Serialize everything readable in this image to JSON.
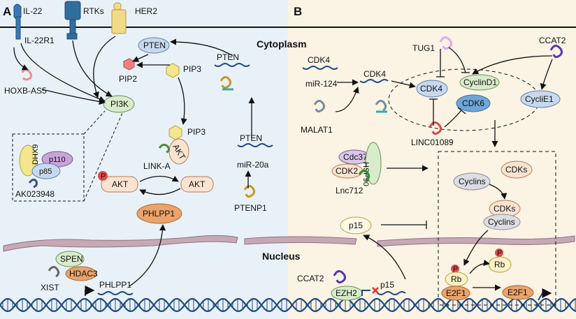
{
  "panels": {
    "a": "A",
    "b": "B"
  },
  "compartments": {
    "cytoplasm": "Cytoplasm",
    "nucleus": "Nucleus"
  },
  "membrane_receptors": {
    "il22": "IL-22",
    "rtks": "RTKs",
    "her2": "HER2"
  },
  "panel_a": {
    "il22r1": "IL-22R1",
    "hoxb_as5": "HOXB-AS5",
    "pi3k": "PI3K",
    "pten_top": "PTEN",
    "pten_rna_top": "PTEN",
    "pip2": "PIP2",
    "pip3_top": "PIP3",
    "pip3_mid": "PIP3",
    "akt_link": "AKT",
    "link_a": "LINK-A",
    "akt_p": "AKT",
    "akt": "AKT",
    "p_label": "P",
    "phlpp1": "PHLPP1",
    "pten_rna_mid": "PTEN",
    "mir20a": "miR-20a",
    "ptenp1": "PTENP1",
    "complex": {
      "dhx9": "DHX9",
      "p110": "p110",
      "p85": "p85",
      "ak023948": "AK023948"
    },
    "spen": "SPEN",
    "hdac3": "HDAC3",
    "xist": "XIST",
    "phlpp1_gene": "PHLPP1"
  },
  "panel_b": {
    "cdk4_rna": "CDK4",
    "mir124": "miR-124",
    "cdk4_mrna": "CDK4",
    "malat1": "MALAT1",
    "tug1": "TUG1",
    "ccat2_top": "CCAT2",
    "cdk4": "CDK4",
    "cyclind1": "CyclinD1",
    "cdk6": "CDK6",
    "cyclie1": "CycliE1",
    "linc01089": "LINC01089",
    "cdc37": "Cdc37",
    "cdk2": "CDK2",
    "hsp90": "HSP90",
    "lnc712": "Lnc712",
    "cyclins": "Cyclins",
    "cdks": "CDKs",
    "cdks2": "CDKs",
    "cyclins2": "Cyclins",
    "p15_protein": "p15",
    "ccat2_bottom": "CCAT2",
    "ezh2": "EZH2",
    "p15_gene": "p15",
    "rb": "Rb",
    "rb_p": "Rb",
    "e2f1_a": "E2F1",
    "e2f1_b": "E2F1",
    "p_label": "P"
  },
  "colors": {
    "bg_left": "#e9f1f8",
    "bg_right": "#fbf3e4",
    "gray_protein": "#dcdde3",
    "blue_protein": "#c8d9ee",
    "green_protein": "#d7eccb",
    "orange_protein": "#e9a36b",
    "peach_protein": "#fbe3d1",
    "purple_protein": "#d7c7e8",
    "p_red": "#e04a4a",
    "dna": "#1f4a86"
  }
}
